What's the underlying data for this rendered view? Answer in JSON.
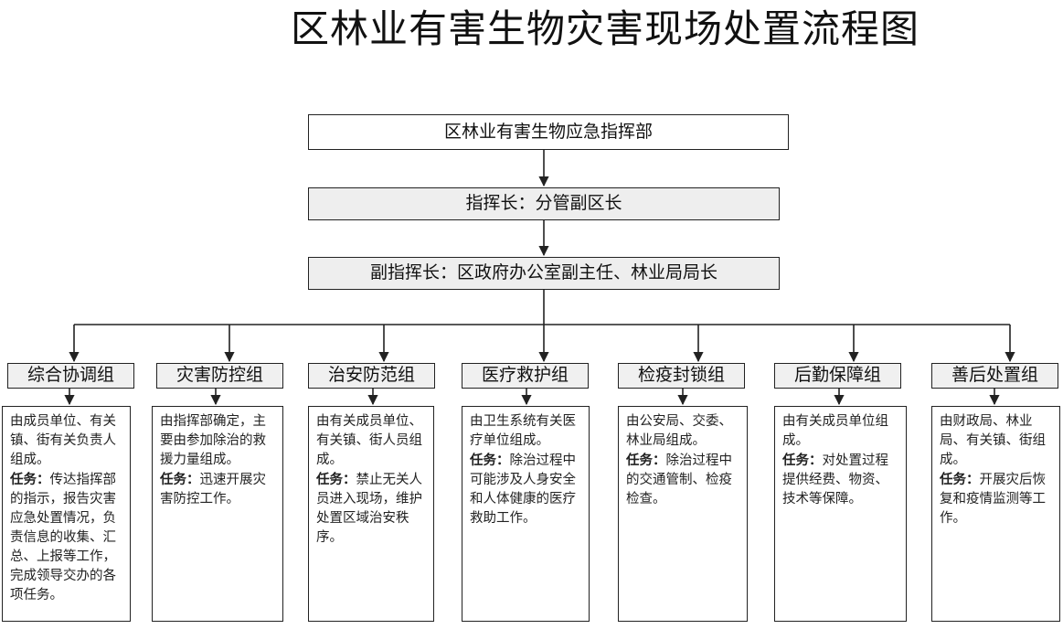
{
  "title": "区林业有害生物灾害现场处置流程图",
  "command_hq": "区林业有害生物应急指挥部",
  "chief": "指挥长：分管副区长",
  "deputy": "副指挥长：区政府办公室副主任、林业局局长",
  "task_label": "任务：",
  "groups": [
    {
      "name": "综合协调组",
      "desc": "由成员单位、有关镇、街有关负责人组成。",
      "task": "传达指挥部的指示，报告灾害应急处置情况，负责信息的收集、汇总、上报等工作，完成领导交办的各项任务。"
    },
    {
      "name": "灾害防控组",
      "desc": "由指挥部确定，主要由参加除治的救援力量组成。",
      "task": "迅速开展灾害防控工作。"
    },
    {
      "name": "治安防范组",
      "desc": "由有关成员单位、有关镇、街人员组成。",
      "task": "禁止无关人员进入现场，维护处置区域治安秩序。"
    },
    {
      "name": "医疗救护组",
      "desc": "由卫生系统有关医疗单位组成。",
      "task": "除治过程中可能涉及人身安全和人体健康的医疗救助工作。"
    },
    {
      "name": "检疫封锁组",
      "desc": "由公安局、交委、林业局组成。",
      "task": "除治过程中的交通管制、检疫检查。"
    },
    {
      "name": "后勤保障组",
      "desc": "由有关成员单位组成。",
      "task": "对处置过程提供经费、物资、技术等保障。"
    },
    {
      "name": "善后处置组",
      "desc": "由财政局、林业局、有关镇、街组成。",
      "task": "开展灾后恢复和疫情监测等工作。"
    }
  ]
}
